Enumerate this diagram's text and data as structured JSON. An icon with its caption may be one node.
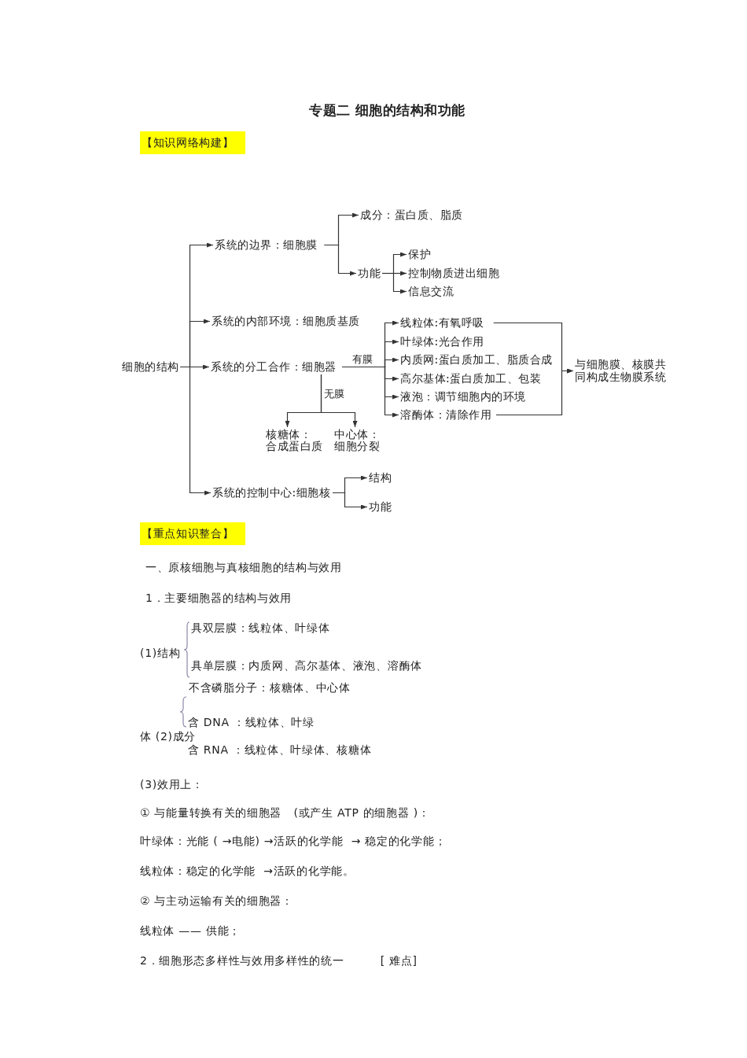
{
  "diagram": {
    "title": "专题二 细胞的结构和功能",
    "nodes": [
      {
        "text": [
          "细胞的结构"
        ]
      },
      {
        "text": [
          "系统的边界：细胞膜"
        ]
      },
      {
        "text": [
          "成分：蛋白质、脂质"
        ]
      },
      {
        "text": [
          "功能"
        ]
      },
      {
        "text": [
          "保护"
        ]
      },
      {
        "text": [
          "控制物质进出细胞"
        ]
      },
      {
        "text": [
          "信息交流"
        ]
      },
      {
        "text": [
          "系统的内部环境：细胞质基质"
        ]
      },
      {
        "text": [
          "系统的分工合作：细胞器"
        ]
      },
      {
        "text": [
          "线粒体:有氧呼吸"
        ]
      },
      {
        "text": [
          "叶绿体:光合作用"
        ]
      },
      {
        "text": [
          "内质网:蛋白质加工、脂质合成"
        ]
      },
      {
        "text": [
          "高尔基体:蛋白质加工、包装"
        ]
      },
      {
        "text": [
          "液泡：调节细胞内的环境"
        ]
      },
      {
        "text": [
          "溶酶体：清除作用"
        ]
      },
      {
        "text": [
          "与细胞膜、核膜共同构成生物膜系统"
        ]
      },
      {
        "text": [
          "核糖体：",
          "合成蛋白质"
        ]
      },
      {
        "text": [
          "中心体：",
          "细胞分裂"
        ]
      },
      {
        "text": [
          "系统的控制中心:细胞核"
        ]
      },
      {
        "text": [
          "结构"
        ]
      },
      {
        "text": [
          "功能"
        ]
      }
    ],
    "edges": [
      {
        "from": 0,
        "to": 1,
        "arrow": "to"
      },
      {
        "from": 0,
        "to": 7,
        "arrow": "to"
      },
      {
        "from": 0,
        "to": 8,
        "arrow": "to"
      },
      {
        "from": 0,
        "to": 18,
        "arrow": "to"
      },
      {
        "from": 1,
        "to": 2,
        "arrow": "to"
      },
      {
        "from": 1,
        "to": 3,
        "arrow": "to"
      },
      {
        "from": 3,
        "to": 4,
        "arrow": "to"
      },
      {
        "from": 3,
        "to": 5,
        "arrow": "to"
      },
      {
        "from": 3,
        "to": 6,
        "arrow": "to"
      },
      {
        "from": 8,
        "to": 9,
        "arrow": "to",
        "label": "有膜"
      },
      {
        "from": 8,
        "to": 10,
        "arrow": "to"
      },
      {
        "from": 8,
        "to": 11,
        "arrow": "to"
      },
      {
        "from": 8,
        "to": 12,
        "arrow": "to"
      },
      {
        "from": 8,
        "to": 13,
        "arrow": "to"
      },
      {
        "from": 8,
        "to": 14,
        "arrow": "to"
      },
      {
        "from": 9,
        "to": 15,
        "arrow": "to"
      },
      {
        "from": 14,
        "to": 15,
        "arrow": "to"
      },
      {
        "from": 8,
        "to": 16,
        "arrow": "to",
        "label": "无膜"
      },
      {
        "from": 8,
        "to": 17,
        "arrow": "to"
      },
      {
        "from": 18,
        "to": 19,
        "arrow": "to"
      },
      {
        "from": 18,
        "to": 20,
        "arrow": "to"
      }
    ],
    "labels": [
      "【知识网络构建】",
      "【重点知识整合】",
      "一、原核细胞与真核细胞的结构与效用",
      "1．主要细胞器的结构与效用",
      "具双层膜：线粒体、叶绿体",
      "(1)结构",
      "具单层膜：内质网、高尔基体、液泡、溶酶体",
      "不含磷脂分子：核糖体、中心体",
      "含 DNA ：线粒体、叶绿",
      "体 (2)成分",
      "含 RNA ：线粒体、叶绿体、核糖体",
      "(3)效用上：",
      "① 与能量转换有关的细胞器   (或产生 ATP 的细胞器 )：",
      "叶绿体：光能 ( →电能) →活跃的化学能  → 稳定的化学能；",
      "线粒体：稳定的化学能  →活跃的化学能。",
      "② 与主动运输有关的细胞器：",
      "线粒体 —— 供能；",
      "2．细胞形态多样性与效用多样性的统一         [ 难点]"
    ]
  }
}
